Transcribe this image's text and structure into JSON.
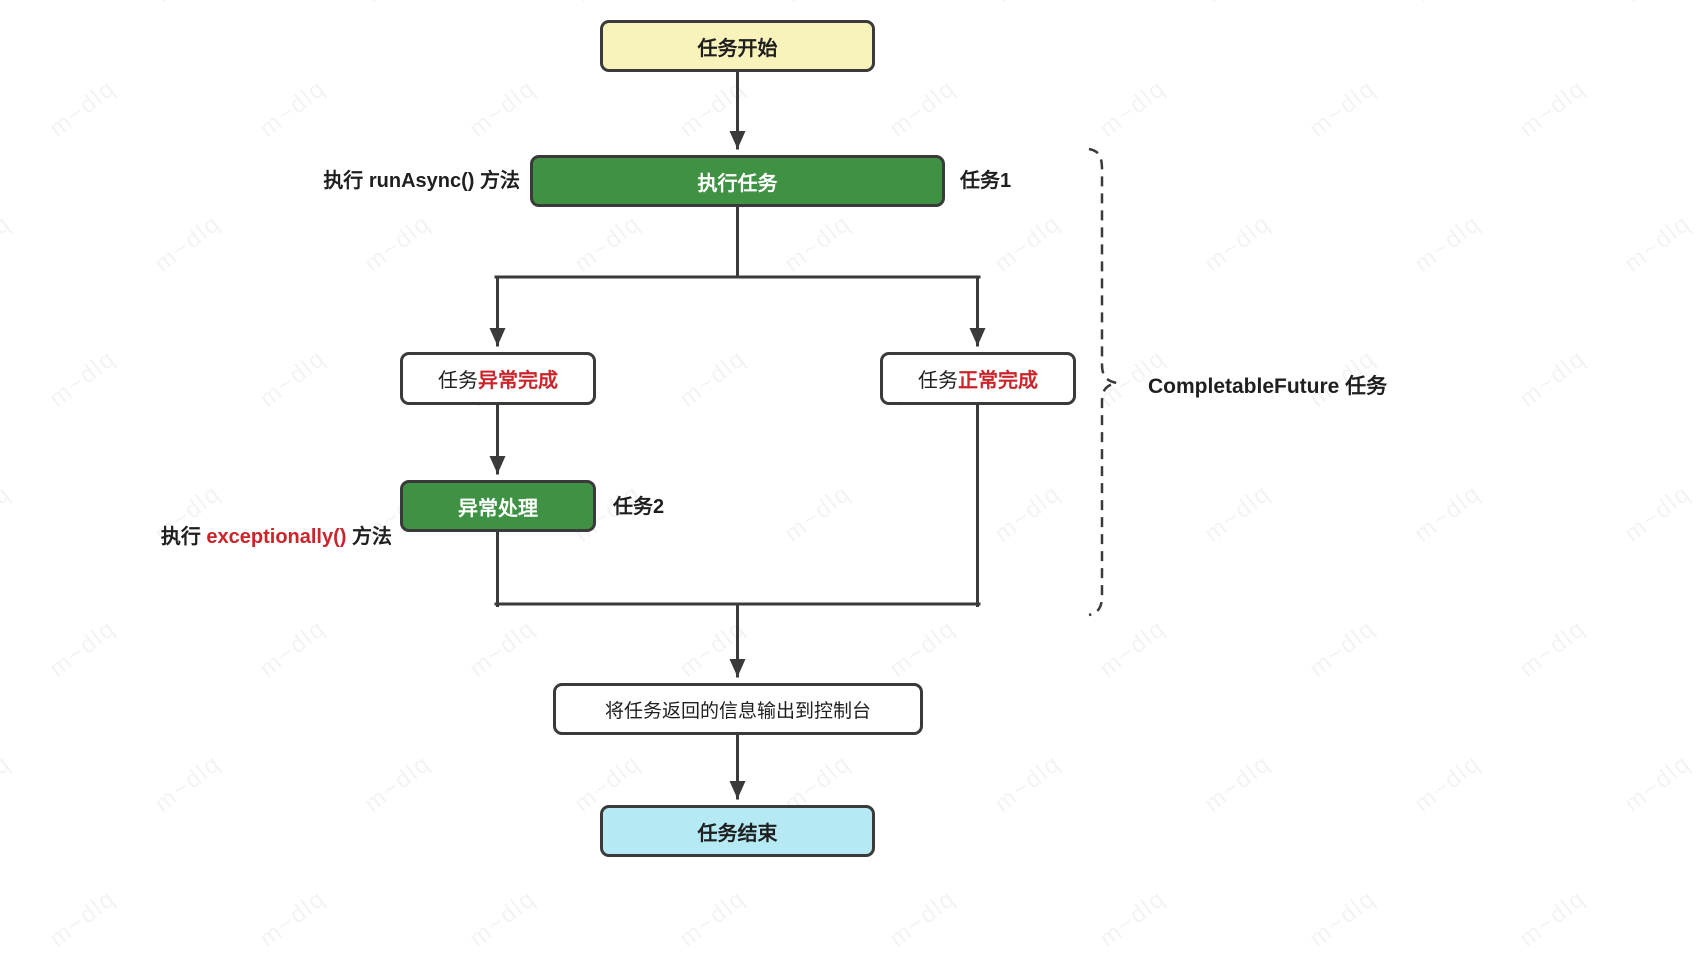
{
  "watermark": {
    "text": "m~dlq"
  },
  "nodes": {
    "start": "任务开始",
    "task1": "执行任务",
    "task1_left_label": "执行 runAsync() 方法",
    "task1_right_label": "任务1",
    "branch_left_prefix": "任务",
    "branch_left_highlight": "异常完成",
    "branch_right_prefix": "任务",
    "branch_right_highlight": "正常完成",
    "task2": "异常处理",
    "task2_left_pre": "执行 ",
    "task2_left_red": "exceptionally()",
    "task2_left_post": " 方法",
    "task2_right_label": "任务2",
    "output": "将任务返回的信息输出到控制台",
    "end": "任务结束",
    "bracket_label": "CompletableFuture 任务"
  },
  "colors": {
    "start_fill": "#f8f3ba",
    "green_fill": "#3f9143",
    "end_fill": "#b5e9f3",
    "line": "#3a3a3a",
    "red": "#c9252b"
  }
}
